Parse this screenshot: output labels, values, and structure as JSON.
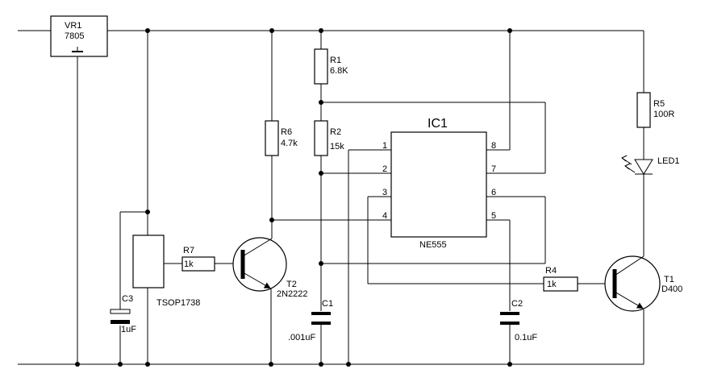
{
  "vr1": {
    "ref": "VR1",
    "value": "7805"
  },
  "ic1": {
    "ref": "IC1",
    "part": "NE555",
    "pins": [
      "1",
      "2",
      "3",
      "4",
      "5",
      "6",
      "7",
      "8"
    ]
  },
  "r1": {
    "ref": "R1",
    "value": "6.8K"
  },
  "r2": {
    "ref": "R2",
    "value": "15k"
  },
  "r4": {
    "ref": "R4",
    "value": "1k"
  },
  "r5": {
    "ref": "R5",
    "value": "100R"
  },
  "r6": {
    "ref": "R6",
    "value": "4.7k"
  },
  "r7": {
    "ref": "R7",
    "value": "1k"
  },
  "c1": {
    "ref": "C1",
    "value": ".001uF"
  },
  "c2": {
    "ref": "C2",
    "value": "0.1uF"
  },
  "c3": {
    "ref": "C3",
    "value": "1uF"
  },
  "t1": {
    "ref": "T1",
    "part": "D400"
  },
  "t2": {
    "ref": "T2",
    "part": "2N2222"
  },
  "led1": {
    "ref": "LED1"
  },
  "ir_receiver": {
    "part": "TSOP1738"
  }
}
